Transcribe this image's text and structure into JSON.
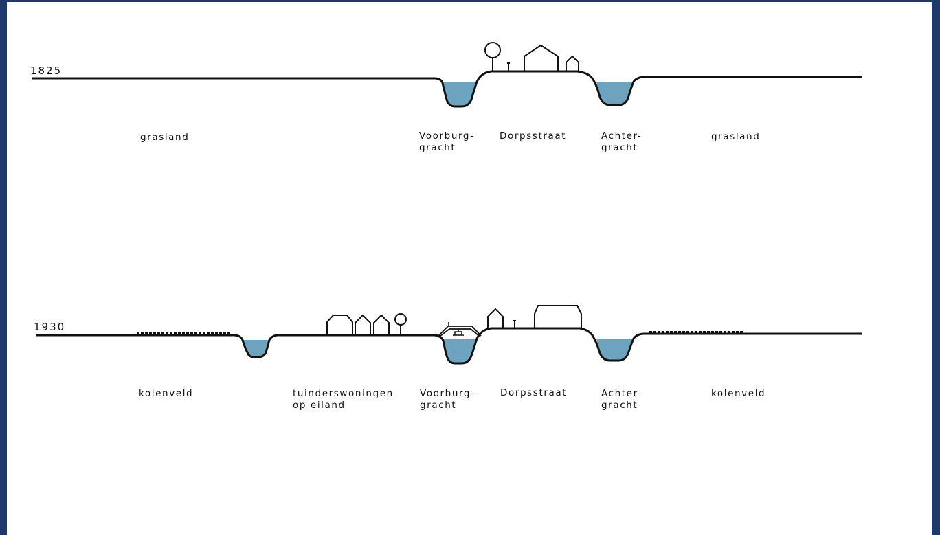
{
  "sections": [
    {
      "year": "1825",
      "labels": {
        "left_field": "grasland",
        "front_canal_1": "Voorburg-",
        "front_canal_2": "gracht",
        "street": "Dorpsstraat",
        "back_canal_1": "Achter-",
        "back_canal_2": "gracht",
        "right_field": "grasland"
      }
    },
    {
      "year": "1930",
      "labels": {
        "left_field": "kolenveld",
        "island_1": "tuinderswoningen",
        "island_2": "op eiland",
        "front_canal_1": "Voorburg-",
        "front_canal_2": "gracht",
        "street": "Dorpsstraat",
        "back_canal_1": "Achter-",
        "back_canal_2": "gracht",
        "right_field": "kolenveld"
      }
    }
  ],
  "colors": {
    "water": "#6ea3bf",
    "line": "#111111",
    "frame": "#1e3a6a",
    "background": "#ffffff"
  }
}
